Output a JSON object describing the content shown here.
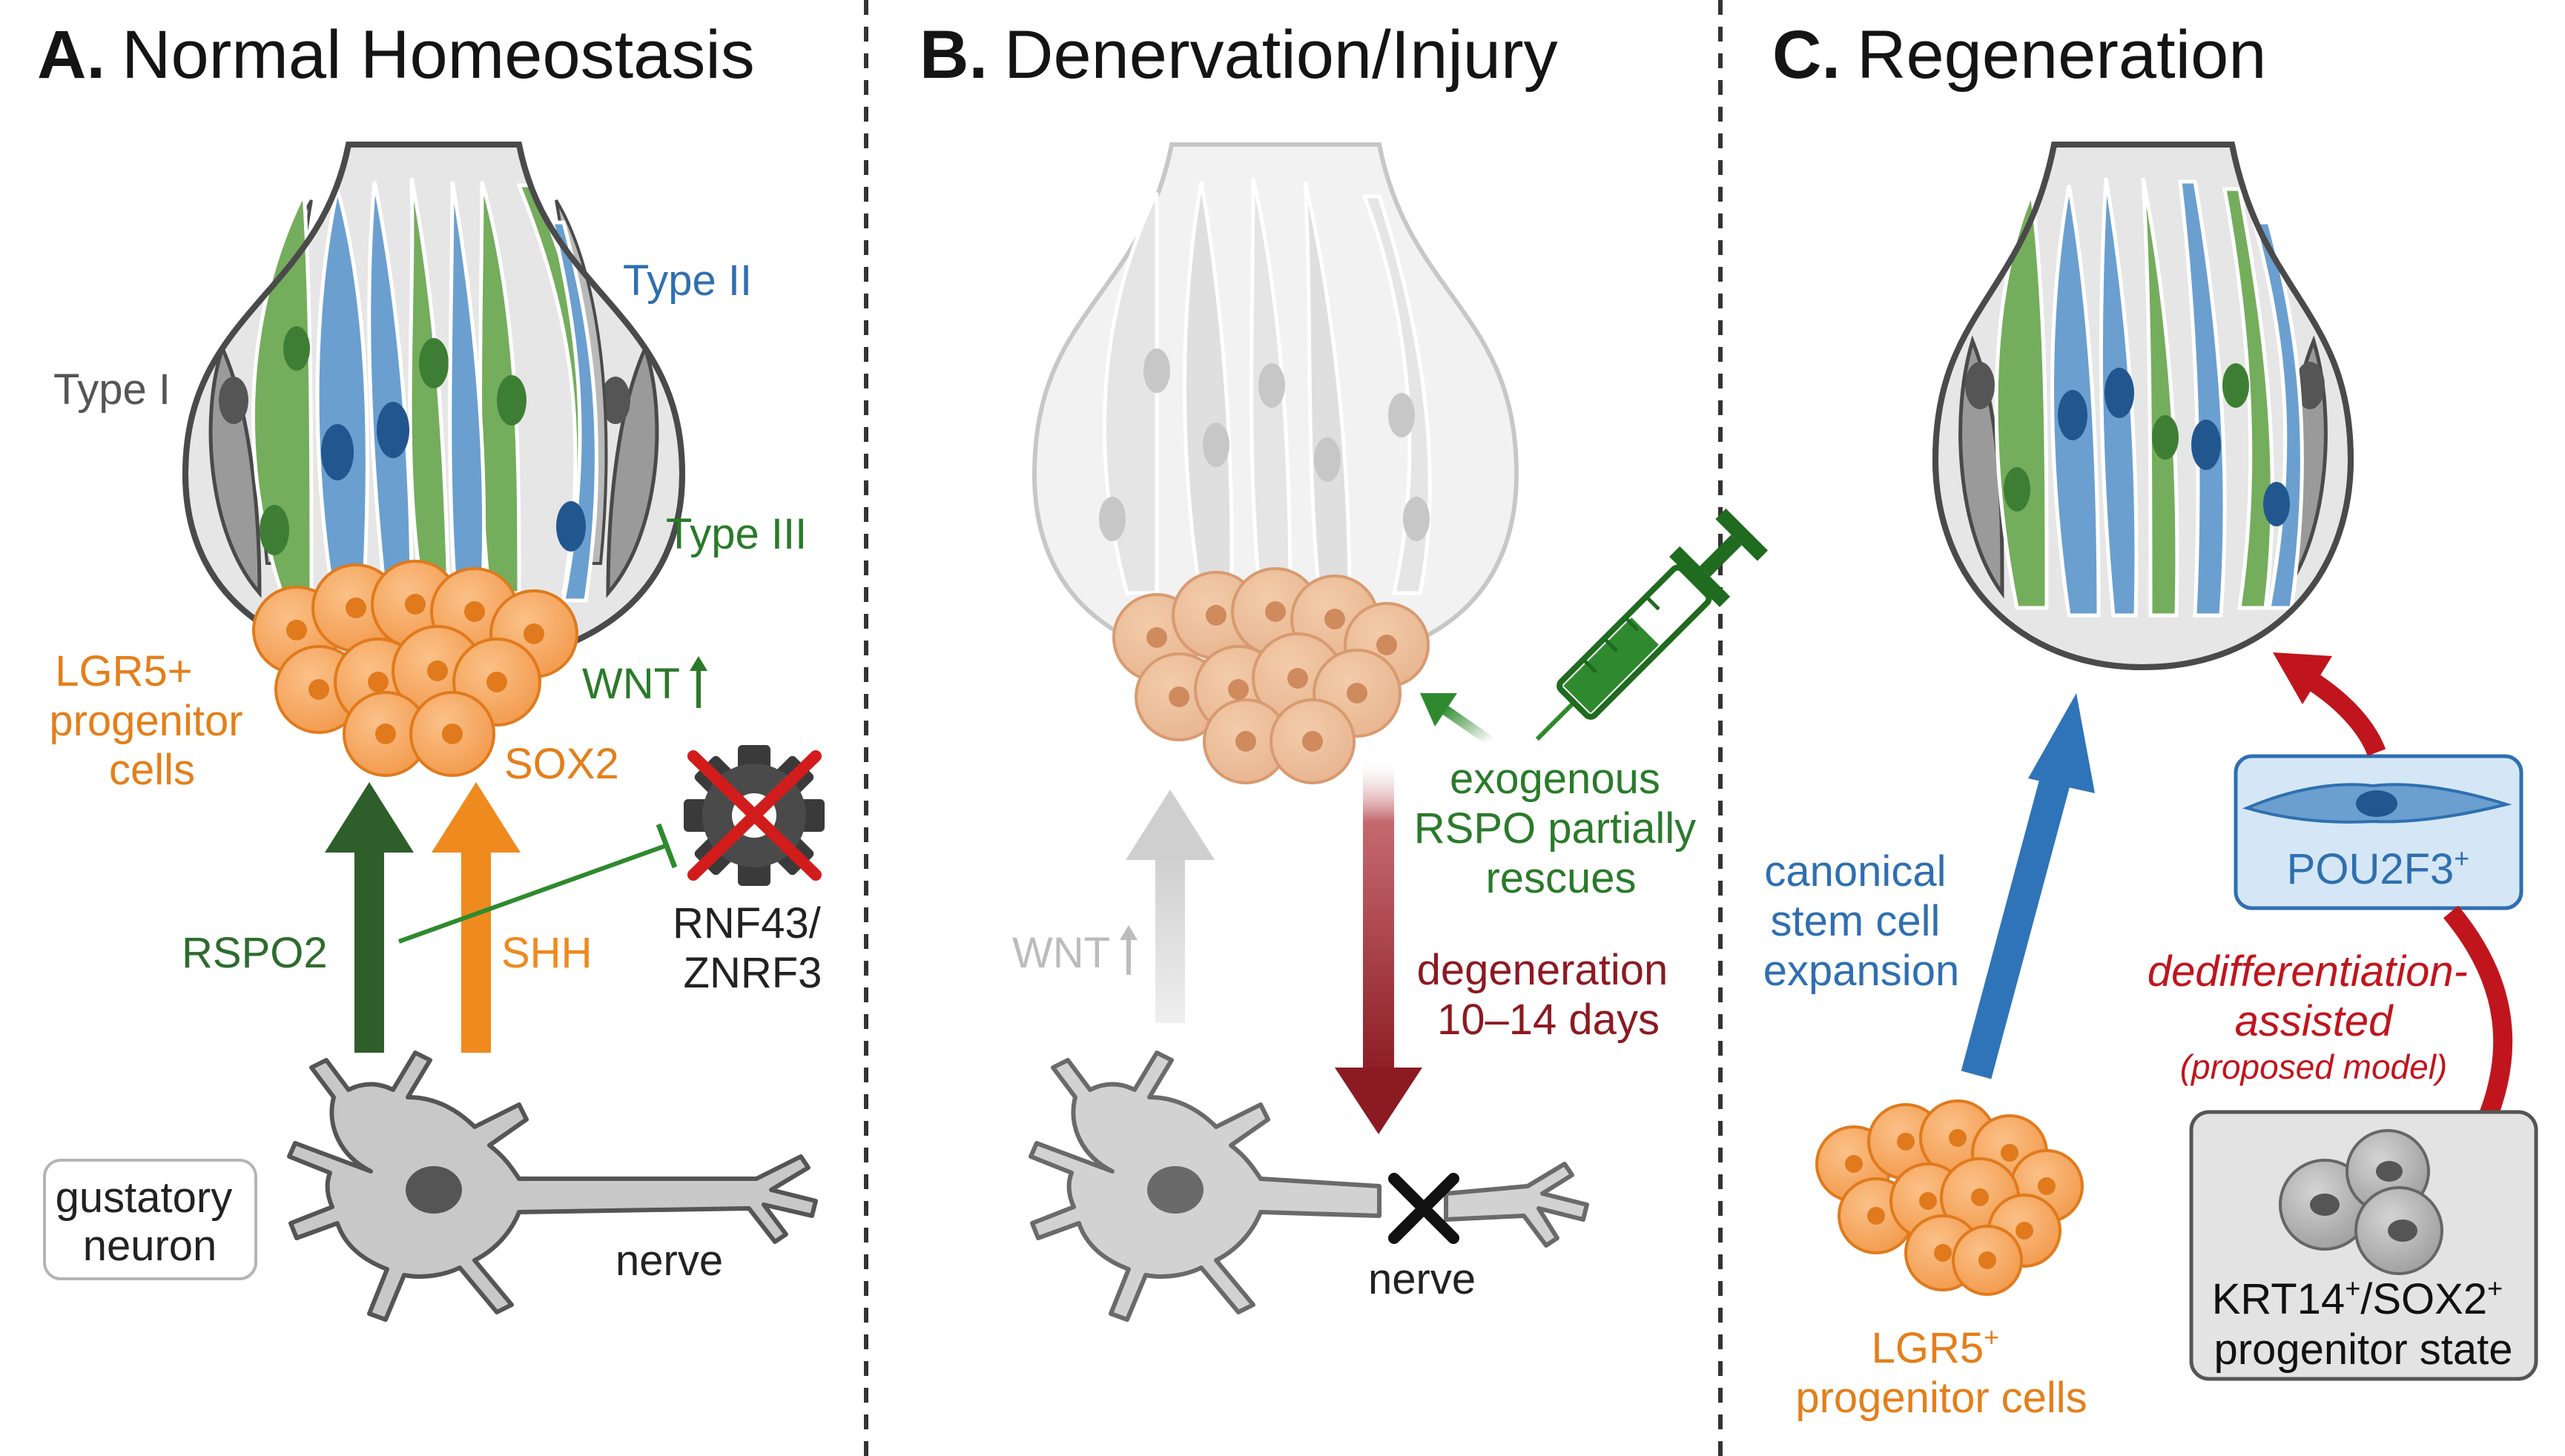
{
  "panels": {
    "a": {
      "letter": "A.",
      "title": "Normal Homeostasis",
      "type_ii": "Type II",
      "type_i": "Type I",
      "type_iii": "Type III",
      "wnt": "WNT",
      "lgr5_line1": "LGR5+",
      "lgr5_line2": "progenitor",
      "lgr5_line3": "cells",
      "sox2": "SOX2",
      "rspo2": "RSPO2",
      "shh": "SHH",
      "rnf43_line1": "RNF43/",
      "rnf43_line2": "ZNRF3",
      "gustatory_line1": "gustatory",
      "gustatory_line2": "neuron",
      "nerve": "nerve"
    },
    "b": {
      "letter": "B.",
      "title": "Denervation/Injury",
      "exogenous_line1": "exogenous",
      "exogenous_line2": "RSPO partially",
      "exogenous_line3": "rescues",
      "wnt": "WNT",
      "degeneration_line1": "degeneration",
      "degeneration_line2": "10–14 days",
      "nerve": "nerve"
    },
    "c": {
      "letter": "C.",
      "title": "Regeneration",
      "canonical_line1": "canonical",
      "canonical_line2": "stem cell",
      "canonical_line3": "expansion",
      "pou2f3": "POU2F3",
      "pou2f3_sup": "+",
      "dedif_line1": "dedifferentiation-",
      "dedif_line2": "assisted",
      "proposed": "(proposed model)",
      "lgr5": "LGR5",
      "lgr5_sup": "+",
      "lgr5_line2": "progenitor cells",
      "krt14": "KRT14",
      "krt14_sup1": "+",
      "krt14_mid": "/SOX2",
      "krt14_sup2": "+",
      "krt14_line2": "progenitor state"
    }
  },
  "colors": {
    "type_i_gray": "#8c8c8c",
    "type_ii_blue": "#6a9fd0",
    "type_iii_green": "#74ad5c",
    "progenitor_orange": "#f6a45a",
    "rspo_dark_green": "#2e5e2a",
    "shh_orange": "#ee8a1e",
    "canonical_blue": "#2f74b8",
    "dedif_red": "#c0151d",
    "degeneration_red": "#8c1a22",
    "label_green": "#2a7a2a",
    "label_blue": "#2f6fb0",
    "label_orange": "#e37f1b"
  },
  "icons": [
    "gear-icon",
    "cross-mark-icon",
    "syringe-icon",
    "neuron-icon",
    "x-mark-icon",
    "up-arrow-icon",
    "inhibition-arrow-icon"
  ]
}
